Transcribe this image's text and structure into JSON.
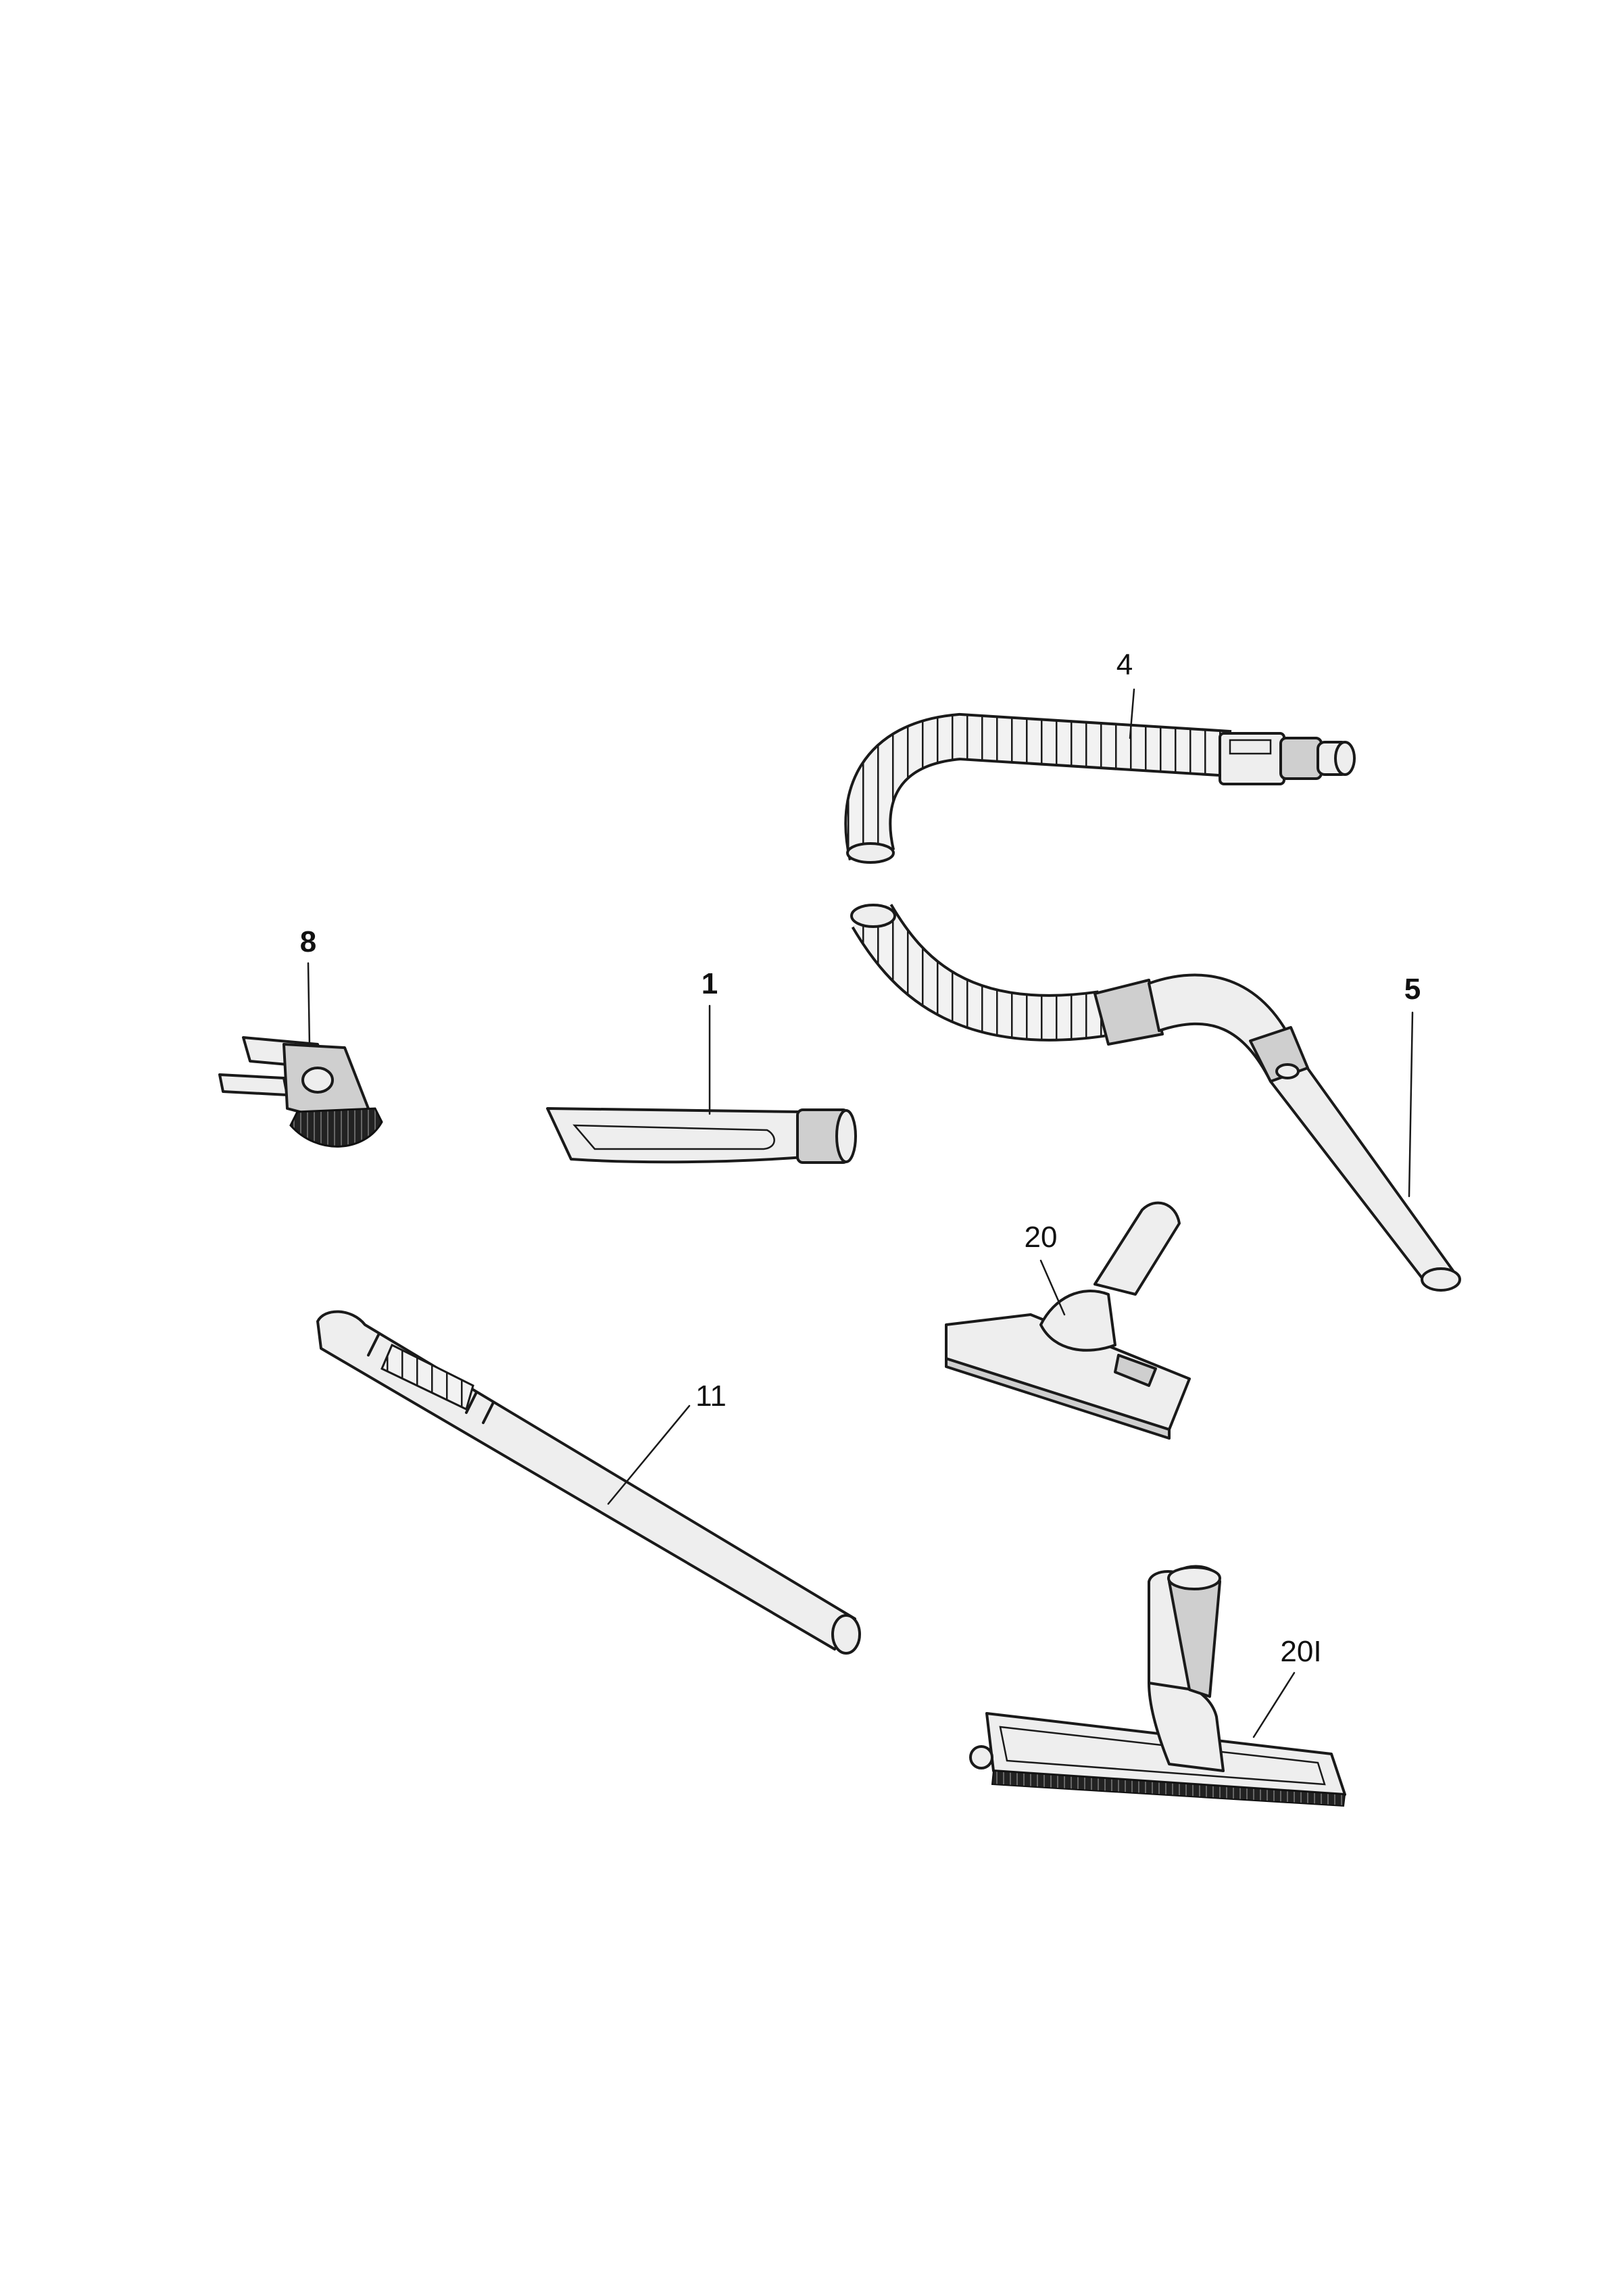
{
  "parts": [
    {
      "id": "part-1",
      "label": "1",
      "name": "crevice-tool"
    },
    {
      "id": "part-4",
      "label": "4",
      "name": "hose-section"
    },
    {
      "id": "part-5",
      "label": "5",
      "name": "hose-handle"
    },
    {
      "id": "part-8",
      "label": "8",
      "name": "dusting-brush"
    },
    {
      "id": "part-11",
      "label": "11",
      "name": "telescopic-tube"
    },
    {
      "id": "part-20",
      "label": "20",
      "name": "floor-nozzle"
    },
    {
      "id": "part-20i",
      "label": "20I",
      "name": "parquet-brush"
    }
  ]
}
